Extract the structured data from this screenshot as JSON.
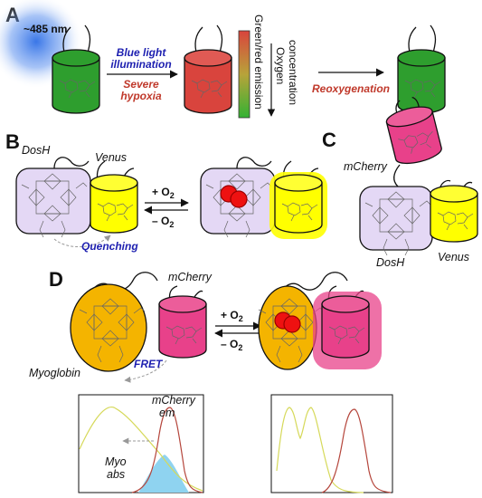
{
  "panels": {
    "a": "A",
    "b": "B",
    "c": "C",
    "d": "D"
  },
  "panel_a": {
    "wavelength": "~485 nm",
    "blue_light_line1": "Blue light",
    "blue_light_line2": "illumination",
    "hypoxia_line1": "Severe",
    "hypoxia_line2": "hypoxia",
    "emission_label": "Green/red emission",
    "oxygen_line1": "Oxygen",
    "oxygen_line2": "concentration",
    "reoxygenation": "Reoxygenation"
  },
  "panel_b": {
    "dosh": "DosH",
    "venus": "Venus",
    "plus_o2": "+ O",
    "minus_o2": "– O",
    "o2_sub": "2",
    "quenching": "Quenching"
  },
  "panel_c": {
    "mcherry": "mCherry",
    "dosh": "DosH",
    "venus": "Venus"
  },
  "panel_d": {
    "mcherry": "mCherry",
    "myoglobin": "Myoglobin",
    "fret": "FRET",
    "plus_o2": "+ O",
    "minus_o2": "– O",
    "o2_sub": "2",
    "spectrum_mcherry_line1": "mCherry",
    "spectrum_mcherry_line2": "em",
    "spectrum_myo_line1": "Myo",
    "spectrum_myo_line2": "abs"
  },
  "colors": {
    "green": "#2e9e2e",
    "red": "#d9443d",
    "yellow": "#ffff00",
    "lavender": "#e4d8f5",
    "pink": "#e8418a",
    "myoglobin": "#f4b400",
    "blue_glow": "#2f6fe6",
    "spectrum_fill": "#8fd3f0"
  }
}
